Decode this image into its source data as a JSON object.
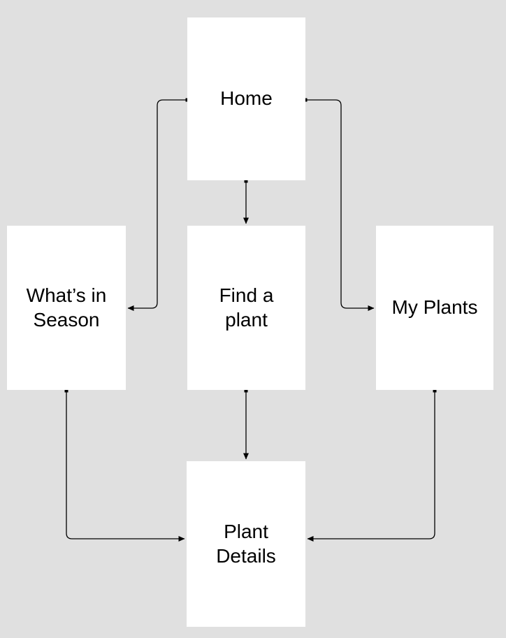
{
  "diagram": {
    "background_color": "#e0e0e0",
    "node_fill_color": "#ffffff",
    "text_color": "#000000",
    "connector_color": "#000000",
    "nodes": {
      "home": {
        "label": "Home"
      },
      "whats_in_season": {
        "label": "What’s in Season"
      },
      "find_a_plant": {
        "label": "Find a plant"
      },
      "my_plants": {
        "label": "My Plants"
      },
      "plant_details": {
        "label": "Plant Details"
      }
    },
    "edges": [
      {
        "from": "Home",
        "to": "Find a plant",
        "style": "straight-down-arrow"
      },
      {
        "from": "Home",
        "to": "What’s in Season",
        "style": "elbow-left-arrow"
      },
      {
        "from": "Home",
        "to": "My Plants",
        "style": "elbow-right-arrow"
      },
      {
        "from": "Find a plant",
        "to": "Plant Details",
        "style": "straight-down-arrow"
      },
      {
        "from": "What’s in Season",
        "to": "Plant Details",
        "style": "elbow-right-arrow"
      },
      {
        "from": "My Plants",
        "to": "Plant Details",
        "style": "elbow-left-arrow"
      }
    ]
  }
}
